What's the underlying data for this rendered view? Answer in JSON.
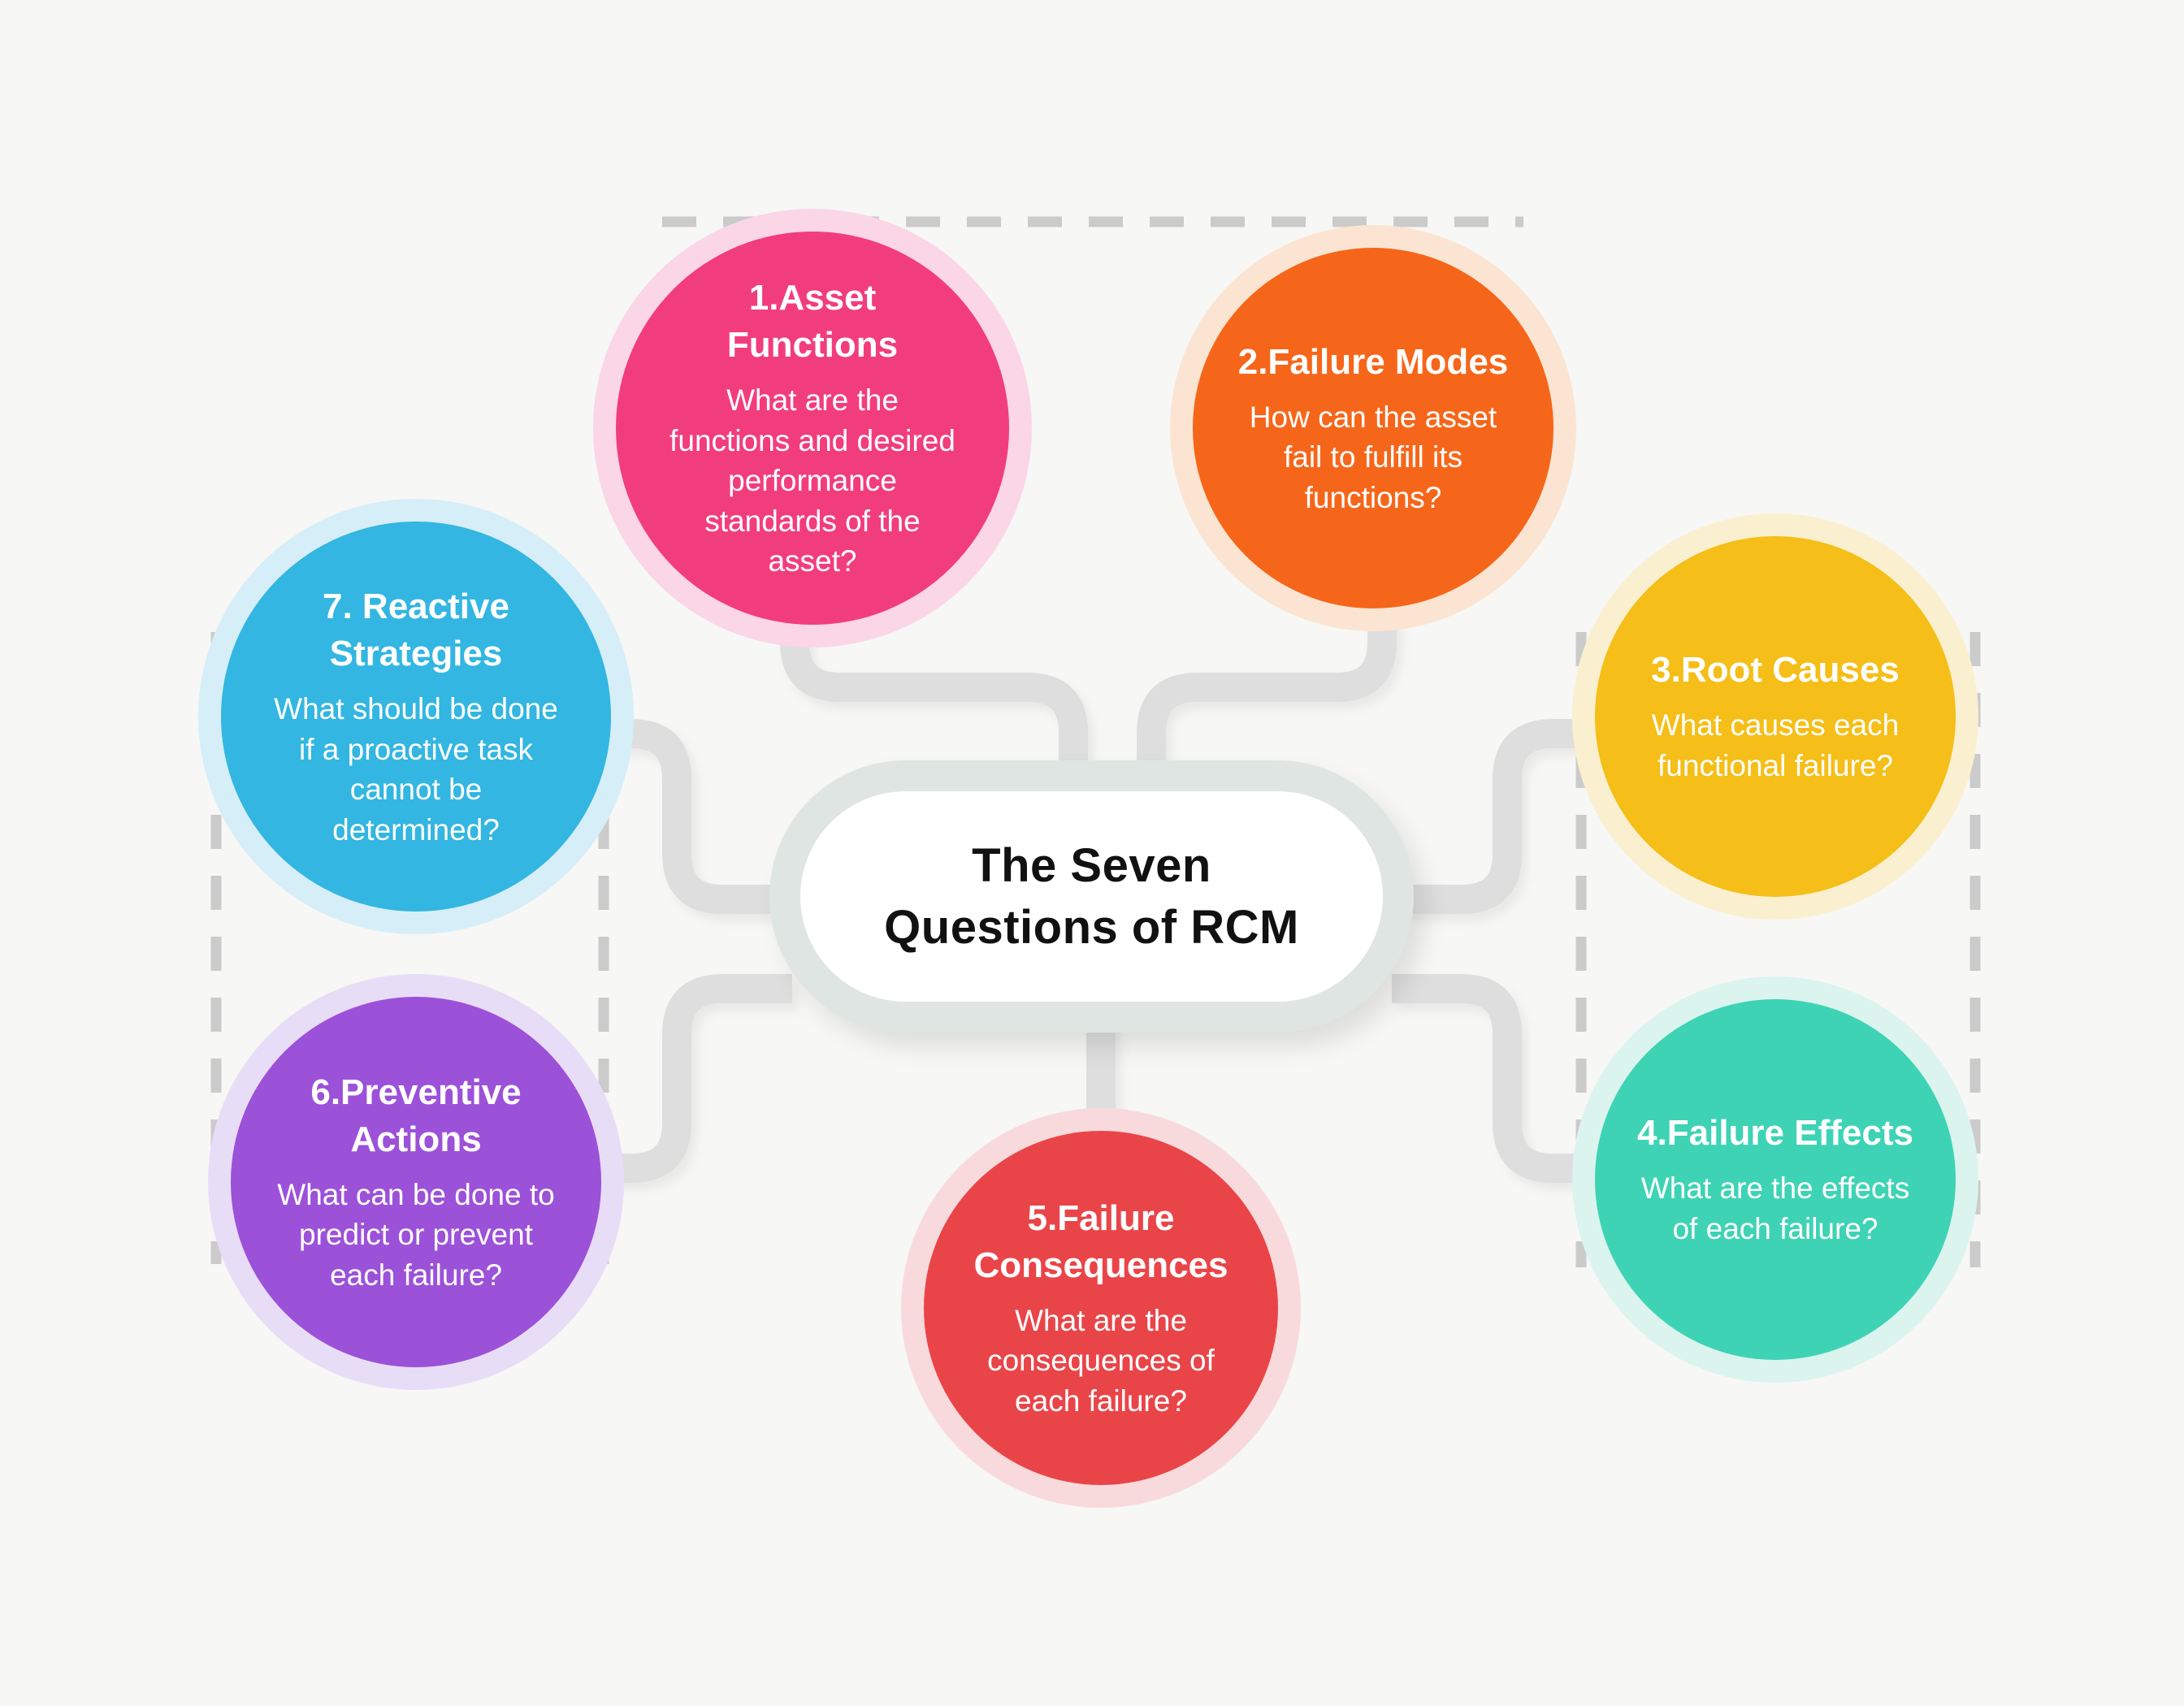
{
  "colors": {
    "background": "#F7F7F5",
    "connector": "#DEDEDE",
    "dashed_line": "#CBCBCB",
    "center_pill_outer": "#DFE5E2",
    "center_pill_inner": "#FFFFFF",
    "center_text": "#111111",
    "node_text": "#FFFFFF"
  },
  "center": {
    "title": "The Seven\nQuestions of RCM"
  },
  "nodes": [
    {
      "id": "asset-functions",
      "title": "1.Asset\nFunctions",
      "question": "What are the\nfunctions and desired\nperformance\nstandards of the\nasset?",
      "fill": "#F23D7C",
      "ring": "#FAD6E6"
    },
    {
      "id": "failure-modes",
      "title": "2.Failure Modes",
      "question": "How can the asset\nfail to fulfill its\nfunctions?",
      "fill": "#F6661A",
      "ring": "#FBE5D2"
    },
    {
      "id": "root-causes",
      "title": "3.Root Causes",
      "question": "What causes each\nfunctional failure?",
      "fill": "#F5BE18",
      "ring": "#FAF0CF"
    },
    {
      "id": "failure-effects",
      "title": "4.Failure Effects",
      "question": "What are the effects\nof each failure?",
      "fill": "#3ED3B5",
      "ring": "#DBF4EE"
    },
    {
      "id": "failure-consequences",
      "title": "5.Failure\nConsequences",
      "question": "What are the\nconsequences of\neach failure?",
      "fill": "#E94549",
      "ring": "#F9DADC"
    },
    {
      "id": "preventive-actions",
      "title": "6.Preventive\nActions",
      "question": "What can be done to\npredict or prevent\neach failure?",
      "fill": "#9C51D9",
      "ring": "#E8DDF6"
    },
    {
      "id": "reactive-strategies",
      "title": "7. Reactive\nStrategies",
      "question": "What should be done\nif a proactive task\ncannot be\ndetermined?",
      "fill": "#33B6E1",
      "ring": "#D6EEF8"
    }
  ]
}
